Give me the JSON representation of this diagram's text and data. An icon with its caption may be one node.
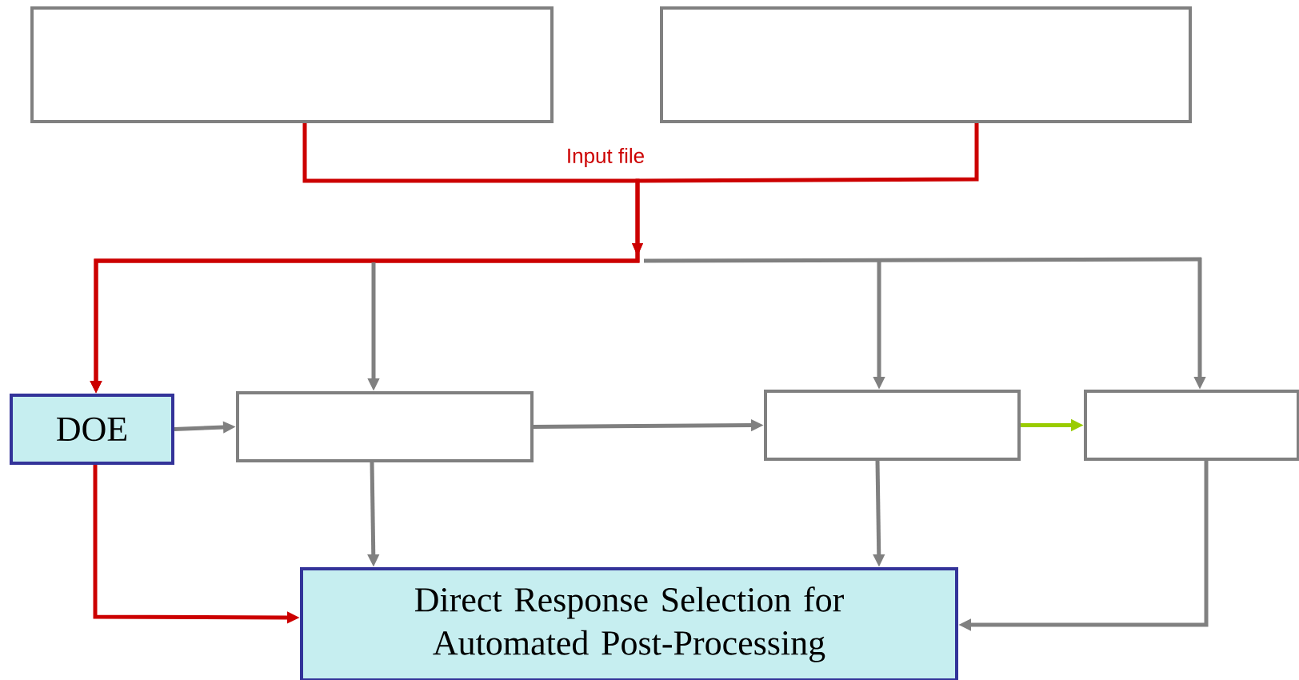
{
  "diagram": {
    "nodes": [
      {
        "text": [],
        "shape": "box"
      },
      {
        "text": [],
        "shape": "box"
      },
      {
        "text": [
          "DOE"
        ]
      },
      {
        "text": [],
        "shape": "box"
      },
      {
        "text": [],
        "shape": "box"
      },
      {
        "text": [],
        "shape": "box"
      },
      {
        "text": [
          "Direct Response Selection for Automated Post-Processing"
        ]
      }
    ],
    "edges": [
      {
        "from": 0,
        "to": 2,
        "arrow": "to",
        "label": "Input file",
        "color": "#cc0000"
      },
      {
        "from": 1,
        "to": 2,
        "arrow": "to",
        "color": "#cc0000"
      },
      {
        "from": null,
        "to": 3,
        "arrow": "to"
      },
      {
        "from": null,
        "to": 4,
        "arrow": "to"
      },
      {
        "from": null,
        "to": 5,
        "arrow": "to"
      },
      {
        "from": 2,
        "to": 3,
        "arrow": "to"
      },
      {
        "from": 3,
        "to": 4,
        "arrow": "to"
      },
      {
        "from": 4,
        "to": 5,
        "arrow": "to",
        "color": "#99cc00"
      },
      {
        "from": 3,
        "to": 6,
        "arrow": "to"
      },
      {
        "from": 4,
        "to": 6,
        "arrow": "to"
      },
      {
        "from": 5,
        "to": 6,
        "arrow": "to"
      },
      {
        "from": 2,
        "to": 6,
        "arrow": "to",
        "color": "#cc0000"
      }
    ]
  }
}
